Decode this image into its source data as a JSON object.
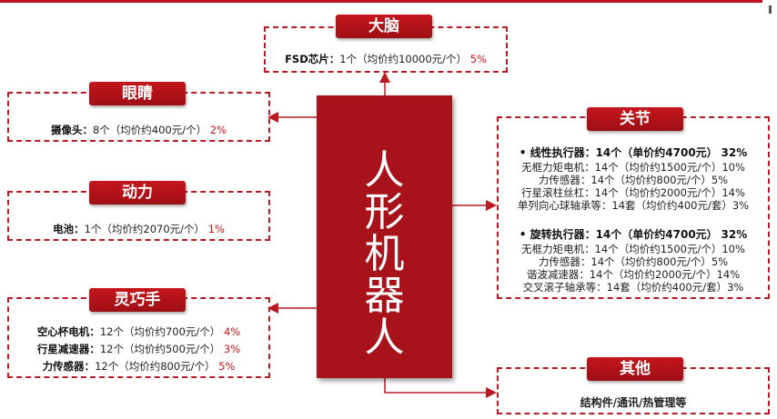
{
  "center": {
    "title": "人形机器人"
  },
  "brain": {
    "title": "大脑",
    "item_label": "FSD芯片：",
    "item_detail": "1个（均价约10000元/个）",
    "item_pct": "5%"
  },
  "eyes": {
    "title": "眼睛",
    "item_label": "摄像头：",
    "item_detail": "8个（均价约400元/个）",
    "item_pct": "2%"
  },
  "power": {
    "title": "动力",
    "item_label": "电池：",
    "item_detail": "1个（均价约2070元/个）",
    "item_pct": "1%"
  },
  "hand": {
    "title": "灵巧手",
    "items": [
      {
        "label": "空心杯电机：",
        "detail": "12个（均价约700元/个）",
        "pct": "4%"
      },
      {
        "label": "行星减速器：",
        "detail": "12个（均价约500元/个）",
        "pct": "3%"
      },
      {
        "label": "力传感器：",
        "detail": "12个（均价约800元/个）",
        "pct": "5%"
      }
    ]
  },
  "joint": {
    "title": "关节",
    "groups": [
      {
        "heading": "•  线性执行器：14个（单价约4700元）",
        "pct": "32%",
        "subs": [
          {
            "text": "无框力矩电机：14个（均价约1500元/个）10%"
          },
          {
            "text": "力传感器：14个（均价约800元/个）5%"
          },
          {
            "text": "行星滚柱丝杠：14个（均价约2000元/个）14%"
          },
          {
            "text": "单列向心球轴承等：14套（均价约400元/套）3%"
          }
        ]
      },
      {
        "heading": "•  旋转执行器：14个（单价约4700元）",
        "pct": "32%",
        "subs": [
          {
            "text": "无框力矩电机：14个（均价约1500元/个）10%"
          },
          {
            "text": "力传感器：14个（均价约800元/个）5%"
          },
          {
            "text": "谐波减速器：14个（均价约2000元/个）14%"
          },
          {
            "text": "交叉滚子轴承等：14套（均价约400元/套）3%"
          }
        ]
      }
    ]
  },
  "other": {
    "title": "其他",
    "item": "结构件/通讯/热管理等"
  },
  "colors": {
    "accent": "#c0161c",
    "center_fill": "#a8131b"
  }
}
